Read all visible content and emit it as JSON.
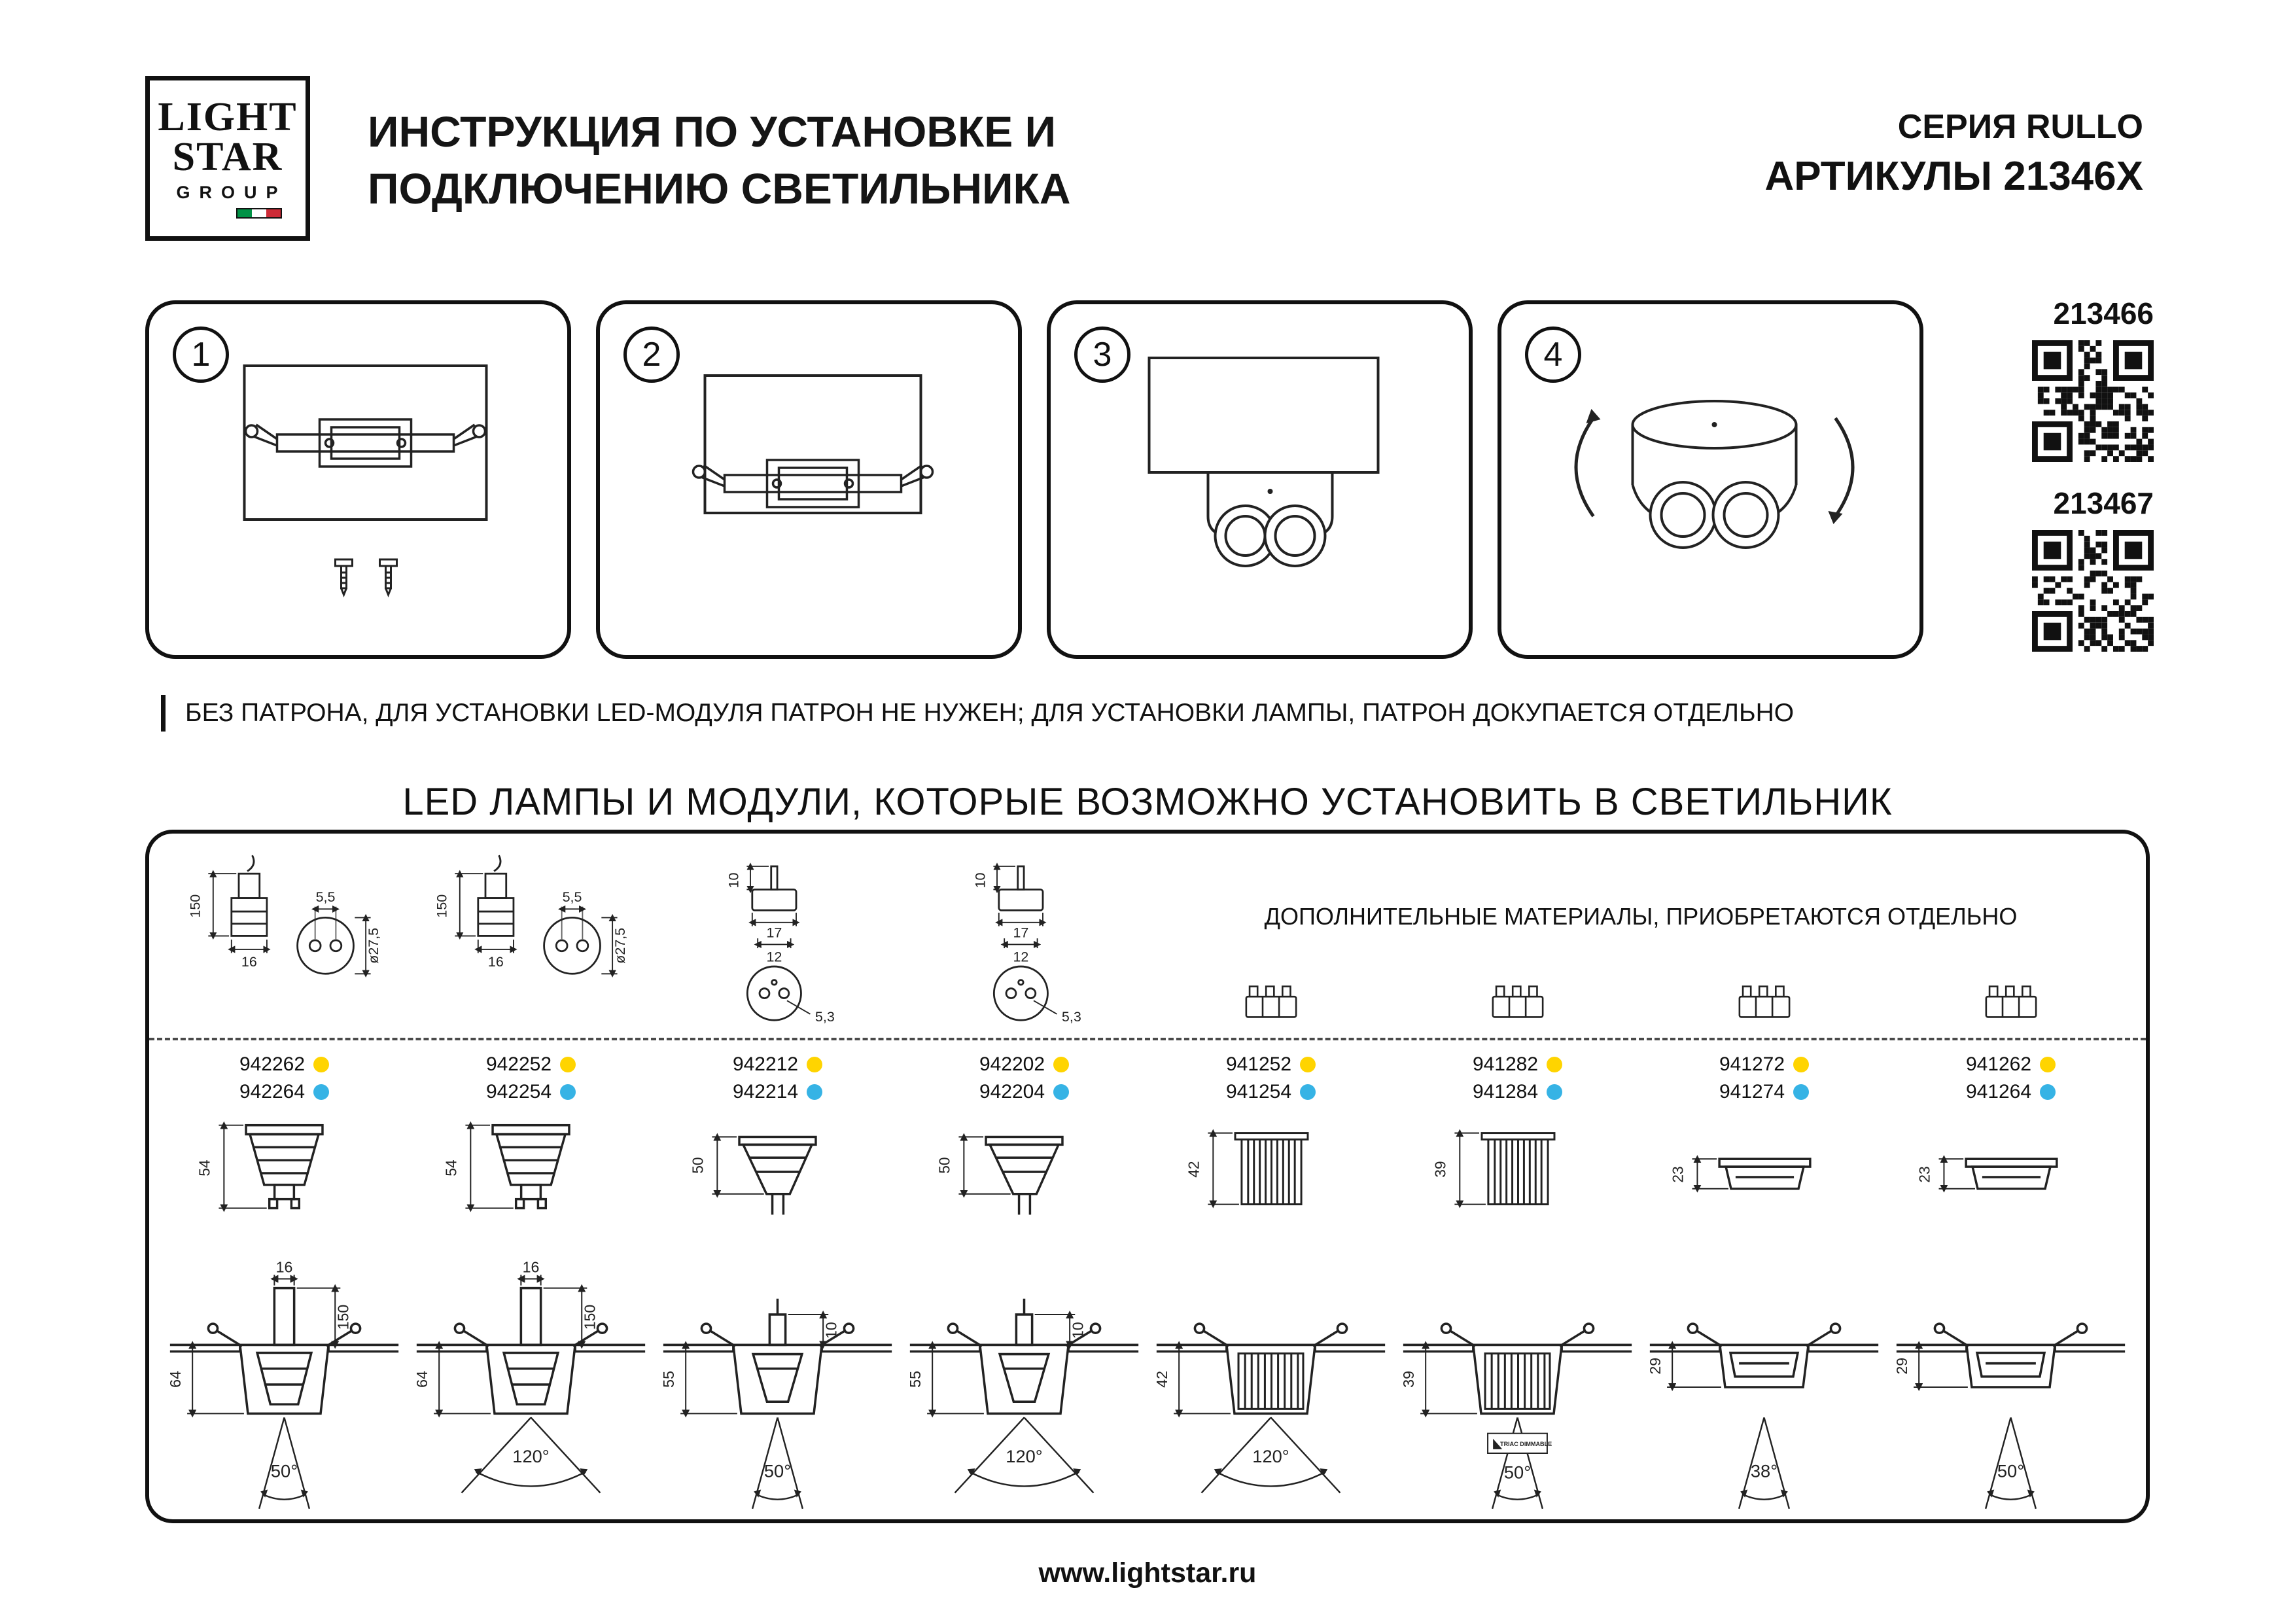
{
  "header": {
    "logo": {
      "line1": "LIGHT",
      "line2": "STAR",
      "line3": "GROUP"
    },
    "title_line1": "ИНСТРУКЦИЯ ПО УСТАНОВКЕ И",
    "title_line2": "ПОДКЛЮЧЕНИЮ СВЕТИЛЬНИКА",
    "series": "СЕРИЯ RULLO",
    "articles": "АРТИКУЛЫ 21346X"
  },
  "steps": [
    {
      "number": "1"
    },
    {
      "number": "2"
    },
    {
      "number": "3"
    },
    {
      "number": "4"
    }
  ],
  "qr_codes": [
    {
      "article": "213466"
    },
    {
      "article": "213467"
    }
  ],
  "note": "БЕЗ ПАТРОНА, ДЛЯ УСТАНОВКИ LED-МОДУЛЯ ПАТРОН НЕ НУЖЕН; ДЛЯ УСТАНОВКИ ЛАМПЫ, ПАТРОН ДОКУПАЕТСЯ ОТДЕЛЬНО",
  "led_section": {
    "title": "LED ЛАМПЫ И МОДУЛИ, КОТОРЫЕ ВОЗМОЖНО УСТАНОВИТЬ В СВЕТИЛЬНИК",
    "additional_note": "ДОПОЛНИТЕЛЬНЫЕ МАТЕРИАЛЫ, ПРИОБРЕТАЮТСЯ ОТДЕЛЬНО",
    "colors": {
      "warm_dot": "#ffd400",
      "cool_dot": "#36b3e5"
    },
    "columns": [
      {
        "art_warm": "942262",
        "art_cool": "942264",
        "lamp_h": "54",
        "depth": "64",
        "beam": "50°",
        "top_d1": "150",
        "top_d2": "16",
        "top_d3": "5,5",
        "top_d4": "ø27,5",
        "stem_d1": "150",
        "stem_d2": "16"
      },
      {
        "art_warm": "942252",
        "art_cool": "942254",
        "lamp_h": "54",
        "depth": "64",
        "beam": "120°",
        "top_d1": "150",
        "top_d2": "16",
        "top_d3": "5,5",
        "top_d4": "ø27,5",
        "stem_d1": "150",
        "stem_d2": "16"
      },
      {
        "art_warm": "942212",
        "art_cool": "942214",
        "lamp_h": "50",
        "depth": "55",
        "beam": "50°",
        "top_d1": "10",
        "top_d2": "17",
        "top_d3": "12",
        "top_d4": "5,3",
        "stem_d1": "10"
      },
      {
        "art_warm": "942202",
        "art_cool": "942204",
        "lamp_h": "50",
        "depth": "55",
        "beam": "120°",
        "top_d1": "10",
        "top_d2": "17",
        "top_d3": "12",
        "top_d4": "5,3",
        "stem_d1": "10"
      },
      {
        "art_warm": "941252",
        "art_cool": "941254",
        "lamp_h": "42",
        "depth": "42",
        "beam": "120°"
      },
      {
        "art_warm": "941282",
        "art_cool": "941284",
        "lamp_h": "39",
        "depth": "39",
        "beam": "50°",
        "triac": "TRIAC DIMMABLE"
      },
      {
        "art_warm": "941272",
        "art_cool": "941274",
        "lamp_h": "23",
        "depth": "29",
        "beam": "38°"
      },
      {
        "art_warm": "941262",
        "art_cool": "941264",
        "lamp_h": "23",
        "depth": "29",
        "beam": "50°"
      }
    ]
  },
  "footer": {
    "url": "www.lightstar.ru"
  }
}
